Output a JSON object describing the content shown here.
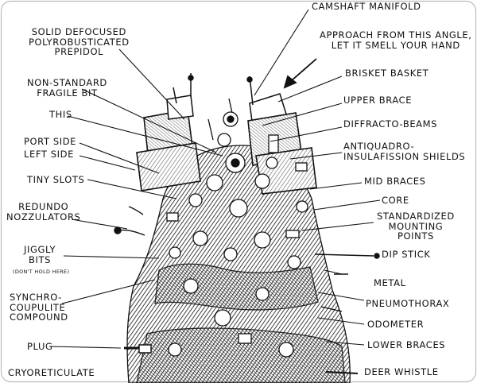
{
  "colors": {
    "ink": "#111111",
    "paper": "#ffffff"
  },
  "labels": {
    "camshaft": "CAMSHAFT MANIFOLD",
    "solid": "SOLID DEFOCUSED\nPOLYROBUSTICATED\nPREPIDOL",
    "approach": "APPROACH FROM THIS ANGLE,\nLET IT SMELL YOUR HAND",
    "brisket": "BRISKET BASKET",
    "nonstandard": "NON-STANDARD\nFRAGILE BIT",
    "upper_brace": "UPPER BRACE",
    "this": "THIS",
    "diffracto": "DIFFRACTO-BEAMS",
    "port": "PORT SIDE",
    "left": "LEFT SIDE",
    "antiquadro": "ANTIQUADRO-\nINSULAFISSION SHIELDS",
    "tiny_slots": "TINY SLOTS",
    "mid_braces": "MID BRACES",
    "redundo": "REDUNDO\nNOZZULATORS",
    "core": "CORE",
    "standardized": "STANDARDIZED\nMOUNTING\nPOINTS",
    "jiggly": "JIGGLY\nBITS",
    "jiggly_note": "(DON'T HOLD HERE)",
    "dip_stick": "DIP STICK",
    "synchro": "SYNCHRO-\nCOUPULITE\nCOMPOUND",
    "metal": "METAL",
    "pneumo": "PNEUMOTHORAX",
    "odometer": "ODOMETER",
    "plug": "PLUG",
    "lower_braces": "LOWER BRACES",
    "cryo": "CRYORETICULATE",
    "deer": "DEER WHISTLE"
  }
}
